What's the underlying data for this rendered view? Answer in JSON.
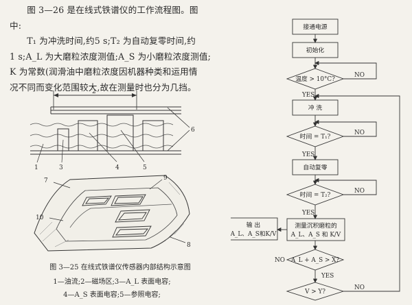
{
  "paragraph": {
    "line1": "图 3—26 是在线式铁谱仪的工作流程图。图",
    "line2": "中:",
    "line3": "T₁ 为冲洗时间,约5 s;T₂ 为自动复零时间,约",
    "line4": "1 s;A_L 为大磨粒浓度测值;A_S 为小磨粒浓度测值;",
    "line5": "K 为常数(润滑油中磨粒浓度因机器种类和运用情",
    "line6": "况不同而变化范围较大,故在测量时也分为几挡。"
  },
  "figure_upper": {
    "dimension_label": "2",
    "labels": [
      "1",
      "3",
      "4",
      "5",
      "6"
    ]
  },
  "figure_lower": {
    "labels": [
      "7",
      "9",
      "10",
      "8"
    ]
  },
  "caption": {
    "title": "图 3—25   在线式铁谱仪传感器内部结构示意图",
    "legend_line1": "1—油流;2—磁场区;3—A_L 表面电容;",
    "legend_line2": "4—A_S 表面电容;5—参照电容;"
  },
  "flowchart": {
    "start": "接通电源",
    "init": "初始化",
    "temp_check": "温度 > 10°C?",
    "flush": "冲    洗",
    "time_t1": "时间 = T₁?",
    "auto_zero": "自动复零",
    "time_t2": "时间 = T₂?",
    "measure_line1": "测量沉积磨粒的",
    "measure_line2": "A_L、A_S 和 K/V",
    "output_line1": "输    出",
    "output_line2": "A_L、A_S和K/V",
    "check_x": "A_L + A_S > X?",
    "check_y": "V > Y?",
    "yes": "YES",
    "no": "NO"
  }
}
